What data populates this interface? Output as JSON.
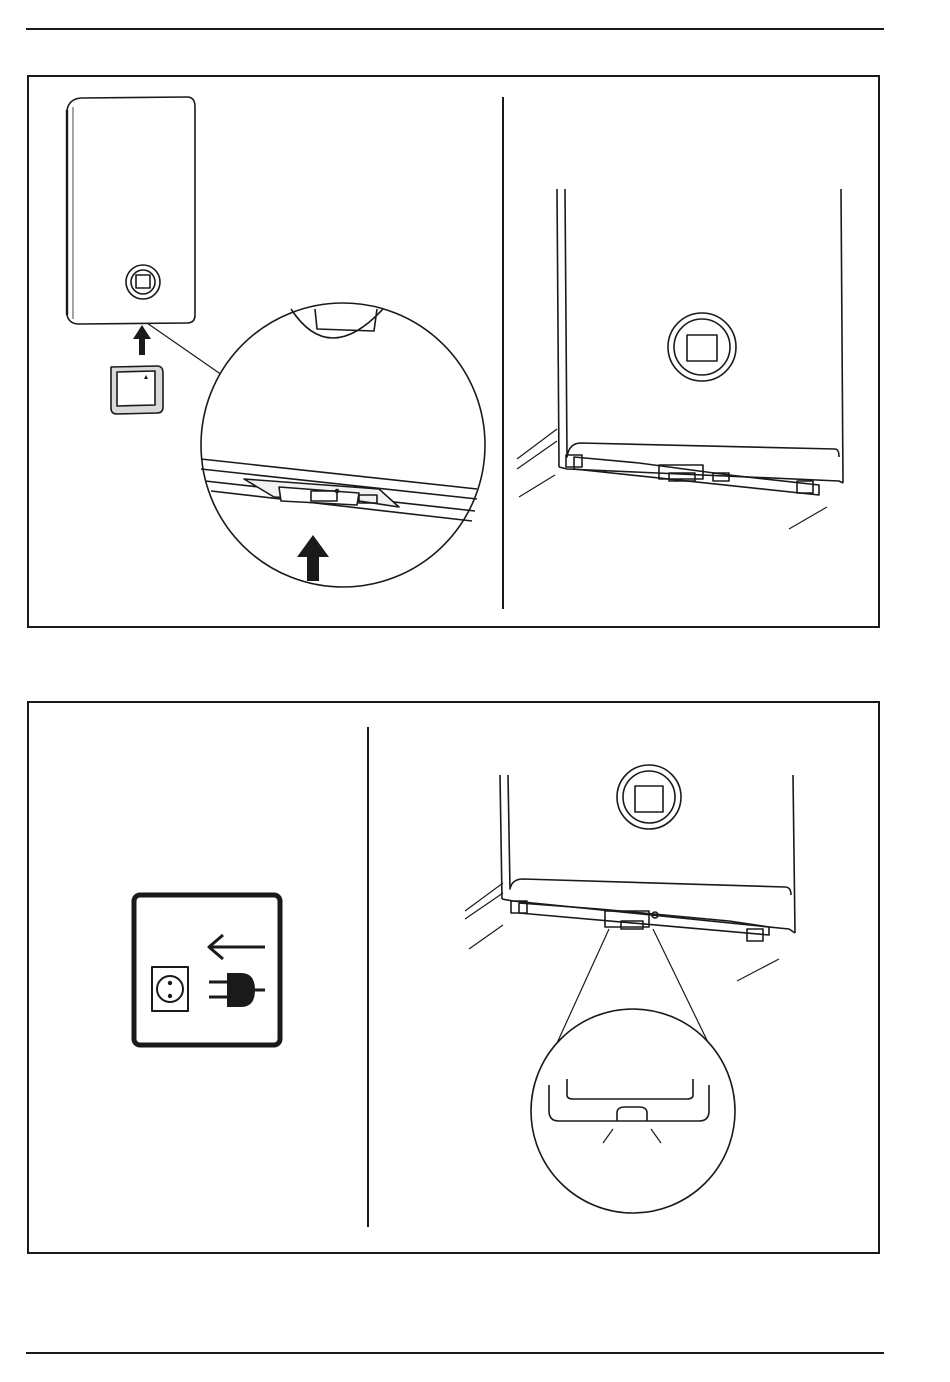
{
  "page": {
    "figures": [
      {
        "id": "figure-1",
        "panels": [
          {
            "id": "panel-1a",
            "icons": [
              "boiler-unit-icon",
              "service-panel-icon",
              "up-arrow-icon",
              "magnifier-detail-icon"
            ]
          },
          {
            "id": "panel-1b",
            "icons": [
              "boiler-bottom-icon"
            ]
          }
        ]
      },
      {
        "id": "figure-2",
        "panels": [
          {
            "id": "panel-2a",
            "icons": [
              "unplug-mains-icon",
              "socket-icon",
              "plug-icon",
              "left-arrow-icon"
            ]
          },
          {
            "id": "panel-2b",
            "icons": [
              "boiler-bottom-icon",
              "magnifier-detail-icon",
              "indicator-light-icon"
            ]
          }
        ]
      }
    ]
  },
  "colors": {
    "line": "#1a1a1a",
    "fill_light": "#f2f2f2",
    "fill_mid": "#d9d9d9",
    "background": "#ffffff"
  }
}
